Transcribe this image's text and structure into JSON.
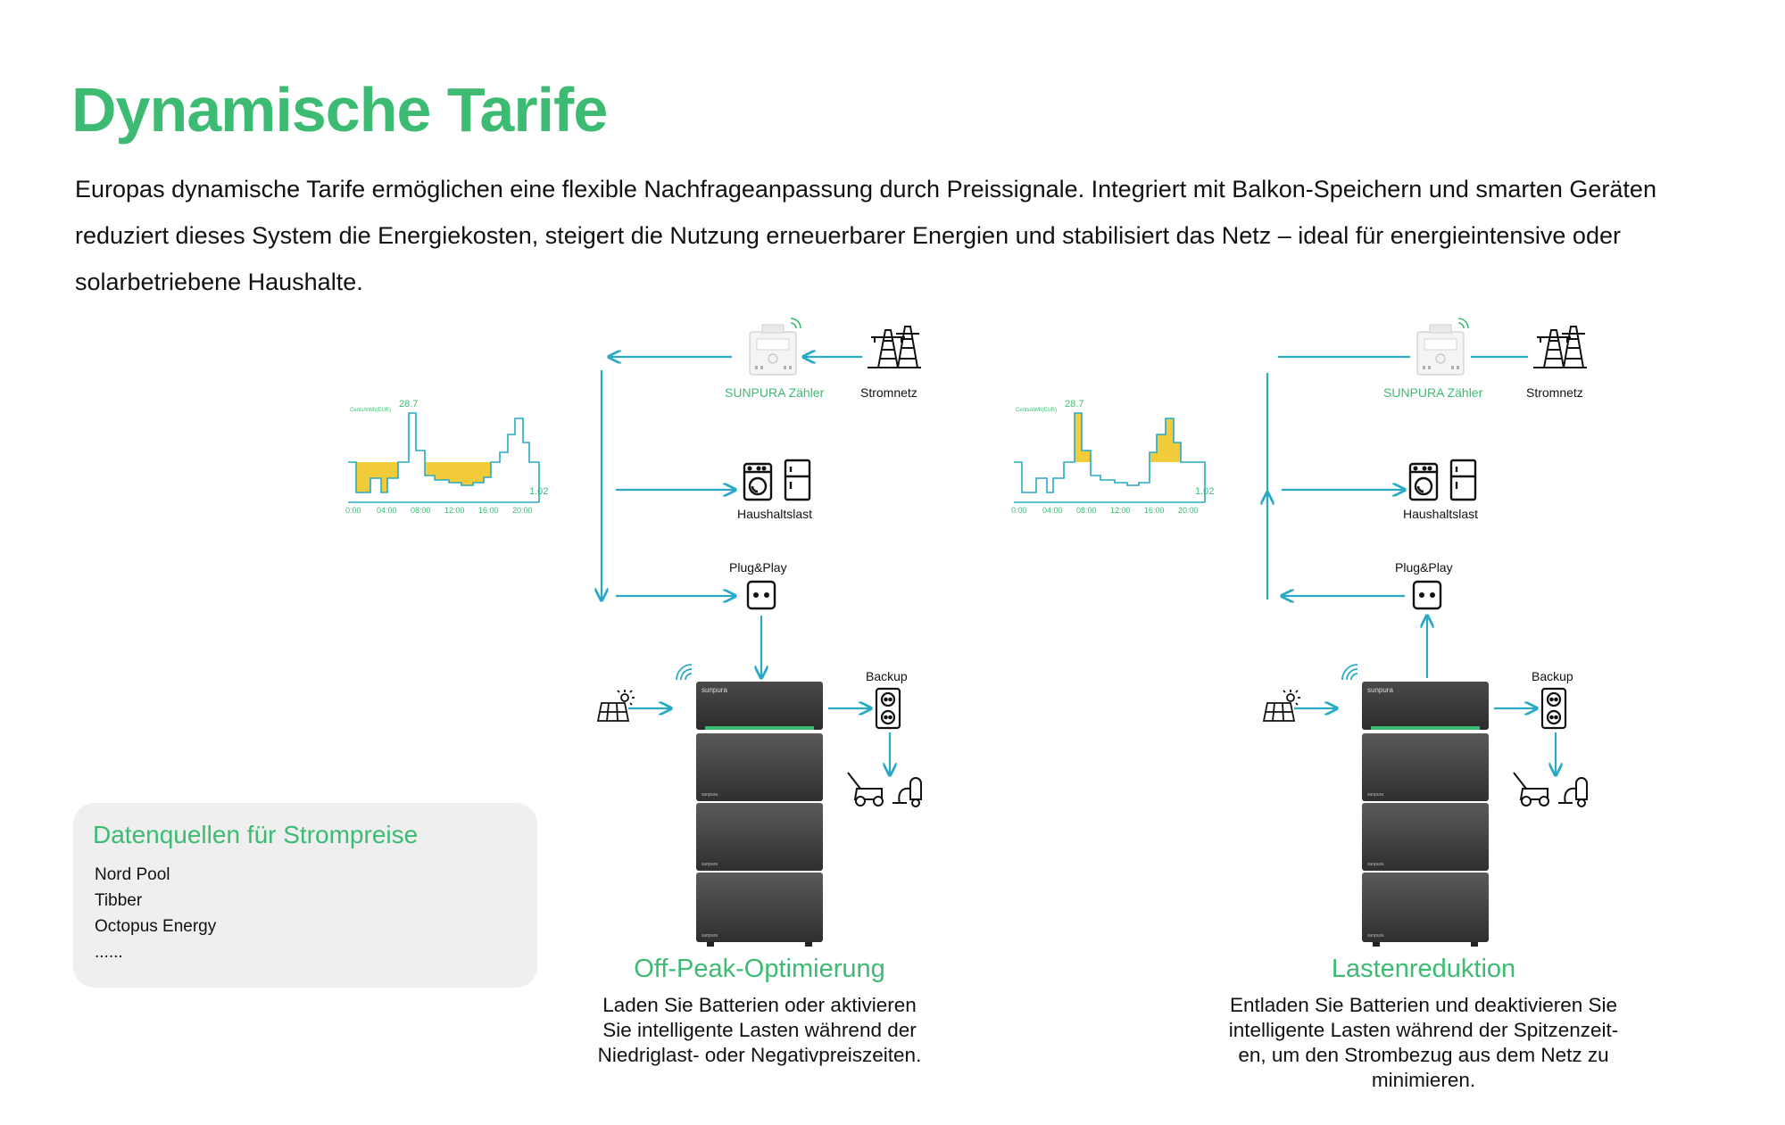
{
  "title": "Dynamische Tarife",
  "intro": "Europas dynamische Tarife ermöglichen eine flexible Nachfrageanpassung durch Preissignale. Integriert mit Balkon-Speichern und smarten Geräten reduziert dieses System die Energiekosten, steigert die Nutzung erneuerbarer Energien und stabilisiert das Netz – ideal für energieintensive oder solarbetriebene Haushalte.",
  "colors": {
    "accent_green": "#3dbb73",
    "flow_cyan": "#29a9c4",
    "highlight_yellow": "#f2cb3a",
    "battery_dark": "#3c3c3c"
  },
  "diagrams": [
    {
      "labels": {
        "meter": "SUNPURA Zähler",
        "grid": "Stromnetz",
        "household": "Haushaltslast",
        "plug": "Plug&Play",
        "backup": "Backup",
        "brand": "sunpura"
      },
      "chart": {
        "unit": "Cents/kWh(EUR)",
        "max_label": "28.7",
        "min_label": "1.02",
        "x_ticks": [
          "0:00",
          "04:00",
          "08:00",
          "12:00",
          "16:00",
          "20:00"
        ]
      },
      "caption_title": "Off-Peak-Optimierung",
      "caption_lines": [
        "Laden Sie Batterien oder aktivieren",
        "Sie intelligente Lasten während der",
        "Niedriglast- oder Negativpreiszeiten."
      ],
      "icons": [
        "smart-meter-icon",
        "power-tower-icon",
        "washing-machine-icon",
        "fridge-icon",
        "plug-socket-icon",
        "solar-panel-icon",
        "backup-socket-icon",
        "lawn-mower-icon",
        "vacuum-icon",
        "wifi-icon"
      ]
    },
    {
      "labels": {
        "meter": "SUNPURA Zähler",
        "grid": "Stromnetz",
        "household": "Haushaltslast",
        "plug": "Plug&Play",
        "backup": "Backup",
        "brand": "sunpura"
      },
      "chart": {
        "unit": "Cents/kWh(EUR)",
        "max_label": "28.7",
        "min_label": "1.02",
        "x_ticks": [
          "0:00",
          "04:00",
          "08:00",
          "12:00",
          "16:00",
          "20:00"
        ]
      },
      "caption_title": "Lastenreduktion",
      "caption_lines": [
        "Entladen Sie Batterien und deaktivieren Sie",
        "intelligente Lasten während der Spitzenzeit-",
        "en, um den Strombezug aus dem Netz zu",
        "minimieren."
      ],
      "icons": [
        "smart-meter-icon",
        "power-tower-icon",
        "washing-machine-icon",
        "fridge-icon",
        "plug-socket-icon",
        "solar-panel-icon",
        "backup-socket-icon",
        "lawn-mower-icon",
        "vacuum-icon",
        "wifi-icon"
      ]
    }
  ],
  "sources": {
    "heading": "Datenquellen für Strompreise",
    "items": [
      "Nord Pool",
      "Tibber",
      "Octopus Energy",
      "......"
    ]
  }
}
